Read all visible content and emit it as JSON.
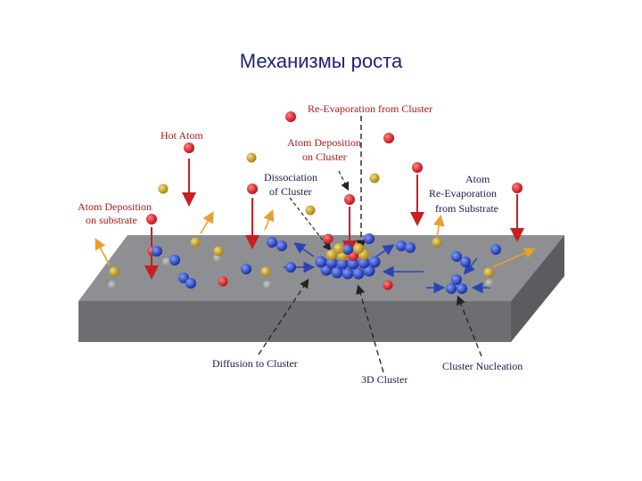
{
  "slide": {
    "title": "Механизмы роста"
  },
  "diagram": {
    "labels": {
      "re_evaporation_cluster": "Re-Evaporation from Cluster",
      "hot_atom": "Hot Atom",
      "atom_deposition_cluster_1": "Atom Deposition",
      "atom_deposition_cluster_2": "on Cluster",
      "dissociation_1": "Dissociation",
      "dissociation_2": "of Cluster",
      "atom_deposition_substrate_1": "Atom Deposition",
      "atom_deposition_substrate_2": "on substrate",
      "atom_re_evap_1": "Atom",
      "atom_re_evap_2": "Re-Evaporation",
      "atom_re_evap_3": "from Substrate",
      "diffusion_to_cluster": "Diffusion to Cluster",
      "cluster_3d": "3D Cluster",
      "cluster_nucleation": "Cluster Nucleation"
    },
    "colors": {
      "hot_atom": "#d61f26",
      "gold_atom": "#c9a22a",
      "blue_atom": "#2244c8",
      "substrate_top": "#8d8f92",
      "substrate_side": "#6c6e71",
      "arrow_red": "#c81e24",
      "arrow_blue": "#2a44b8",
      "arrow_orange": "#e8a030",
      "label_red": "#b01818",
      "label_dark": "#1a1a4a"
    }
  }
}
